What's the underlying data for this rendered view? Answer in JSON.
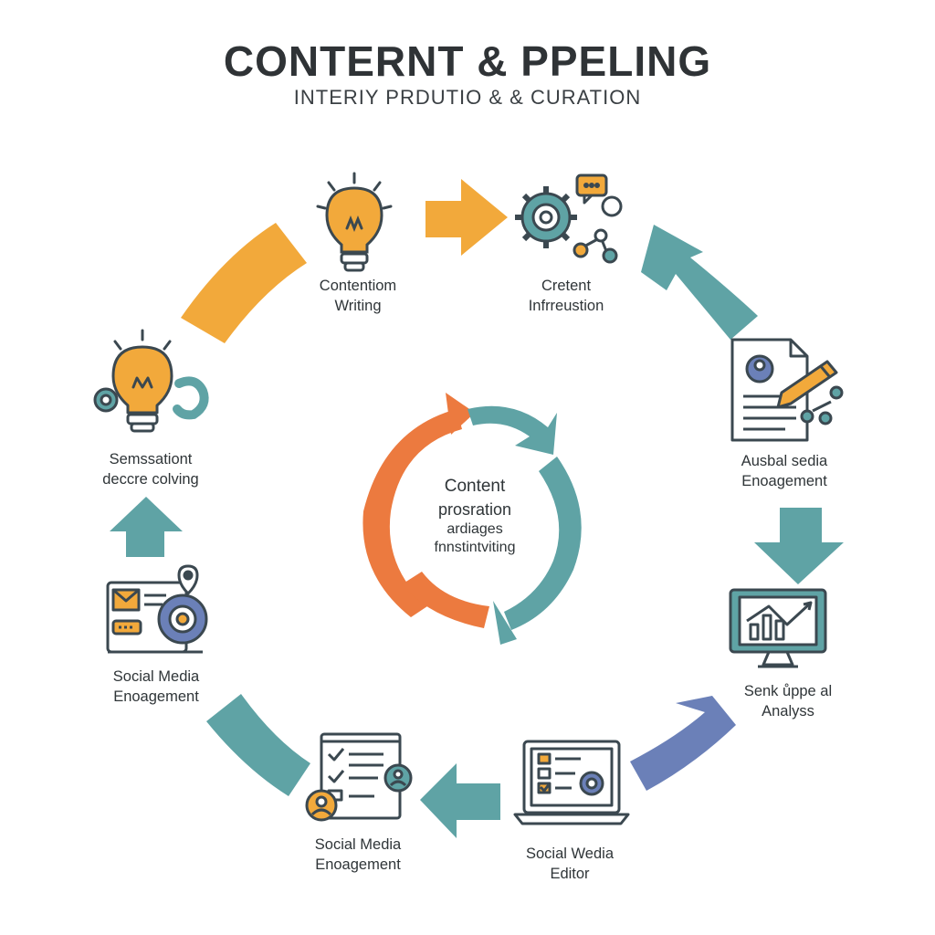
{
  "header": {
    "title": "CONTERNT & PPELING",
    "subtitle": "INTERIY PRDUTIO & & CURATION"
  },
  "center": {
    "line1": "Content",
    "line2": "prosration",
    "line3": "ardiages",
    "line4": "fnnstintviting"
  },
  "nodes": [
    {
      "id": "top-left",
      "line1": "Contentiom",
      "line2": "Writing",
      "icon": "lightbulb-icon"
    },
    {
      "id": "top-right",
      "line1": "Cretent",
      "line2": "Infrreustion",
      "icon": "gear-network-icon"
    },
    {
      "id": "right-upper",
      "line1": "Ausbal sedia",
      "line2": "Enoagement",
      "icon": "document-pen-icon"
    },
    {
      "id": "right-lower",
      "line1": "Senk ůppe al",
      "line2": "Analyss",
      "icon": "chart-monitor-icon"
    },
    {
      "id": "bottom-right",
      "line1": "Social Wedia",
      "line2": "Editor",
      "icon": "laptop-checklist-icon"
    },
    {
      "id": "bottom-left",
      "line1": "Social Media",
      "line2": "Enoagement",
      "icon": "checklist-users-icon"
    },
    {
      "id": "left-lower",
      "line1": "Social Media",
      "line2": "Enoagement",
      "icon": "browser-gear-icon"
    },
    {
      "id": "left-upper",
      "line1": "Semssationt",
      "line2": "deccre colving",
      "icon": "lightbulb-gears-icon"
    }
  ],
  "colors": {
    "orange": "#f2a93b",
    "teal": "#5fa3a5",
    "coral": "#ec7a3f",
    "navy": "#6b80b8",
    "dark": "#3b4850"
  }
}
